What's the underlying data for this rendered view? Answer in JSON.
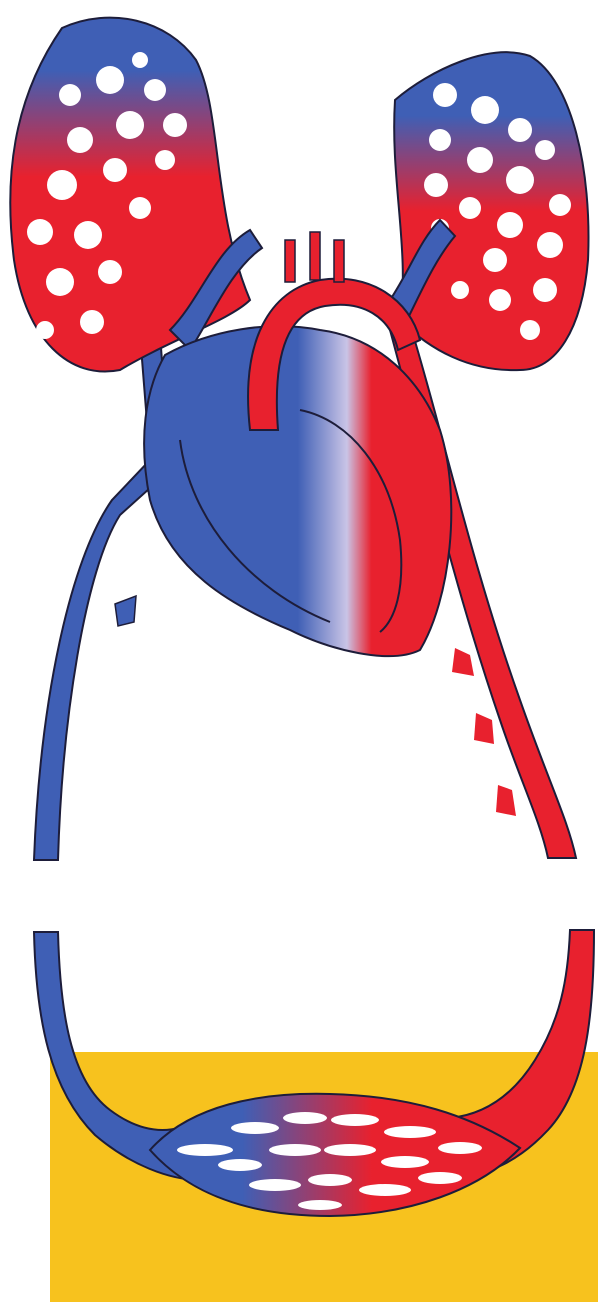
{
  "diagram": {
    "kind": "circulatory-system-schematic",
    "colors": {
      "deoxygenated": "#3f5fb5",
      "oxygenated": "#e8212e",
      "tissue_box": "#f7c21e",
      "outline": "#1d1d3a",
      "background": "#ffffff"
    },
    "parts": [
      "left-lung",
      "right-lung",
      "heart",
      "aortic-arch",
      "vena-cava",
      "descending-aorta",
      "systemic-capillary-bed",
      "tissue-region"
    ]
  }
}
